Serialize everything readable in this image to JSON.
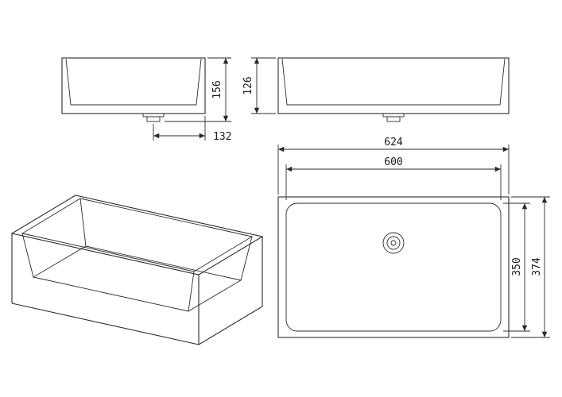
{
  "canvas": {
    "background": "#ffffff",
    "line_color": "#2b2b2b",
    "text_color": "#1a1a1a"
  },
  "views": {
    "side_elevation": {
      "height_label": "156",
      "drain_offset_label": "132"
    },
    "front_elevation": {
      "height_label": "126"
    },
    "plan": {
      "outer_width_label": "624",
      "inner_width_label": "600",
      "inner_depth_label": "350",
      "outer_depth_label": "374"
    }
  }
}
